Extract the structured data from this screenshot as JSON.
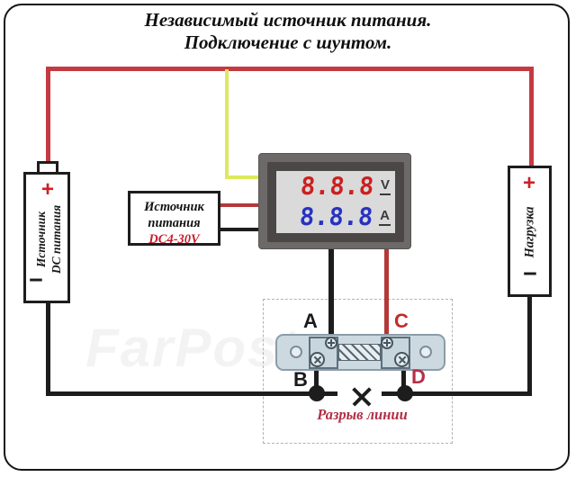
{
  "title": {
    "line1": "Независимый источник питания.",
    "line2": "Подключение с шунтом."
  },
  "power_source": {
    "plus": "+",
    "minus": "−",
    "name_line1": "Источник",
    "name_line2": "DC питания"
  },
  "load": {
    "plus": "+",
    "minus": "−",
    "name": "Нагрузка"
  },
  "psu_label": {
    "line1": "Источник",
    "line2": "питания",
    "range": "DC4-30V"
  },
  "meter": {
    "voltage_value": "8.8.8",
    "voltage_unit": "V",
    "current_value": "8.8.8",
    "current_unit": "A"
  },
  "shunt": {
    "terminal_a": "A",
    "terminal_b": "B",
    "terminal_c": "C",
    "terminal_d": "D"
  },
  "break_note": {
    "label": "Разрыв линии"
  },
  "watermark": "FarPost",
  "colors": {
    "wire_red": "#c43a42",
    "wire_yellow": "#dde95c",
    "wire_black": "#1d1d1d",
    "digit_red": "#cc1f1f",
    "digit_blue": "#2832c0",
    "accent_red": "#c51f2e",
    "break_red": "#b12f45"
  }
}
